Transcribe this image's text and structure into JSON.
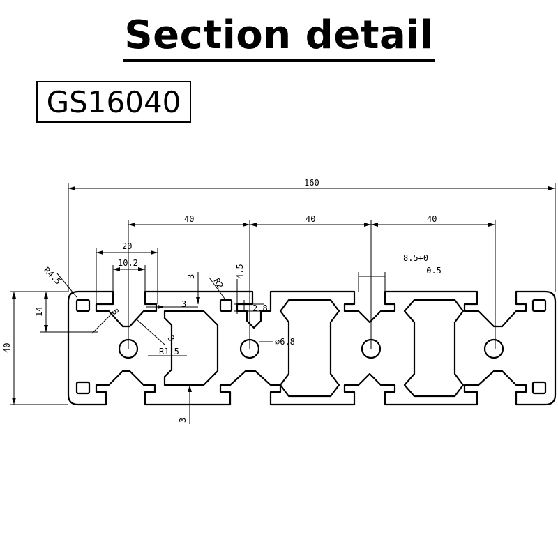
{
  "title": "Section detail",
  "part_number": "GS16040",
  "dims": {
    "overall_width": "160",
    "pitch_1": "40",
    "pitch_2": "40",
    "pitch_3": "40",
    "slot_outer": "20",
    "slot_inner": "10.2",
    "corner_radius": "R4.5",
    "height_left": "14",
    "height_total": "40",
    "wall_a": "3",
    "wall_b": "3",
    "wall_c": "3",
    "wall_d": "3",
    "wall_e": "3",
    "inner_radius": "R1.5",
    "slot_radius": "R2",
    "depth": "4.5",
    "lip": "2.8",
    "hole": "⌀6.8",
    "tol_line1": "8.5+0",
    "tol_line2": "-0.5",
    "base_wall": "3"
  }
}
